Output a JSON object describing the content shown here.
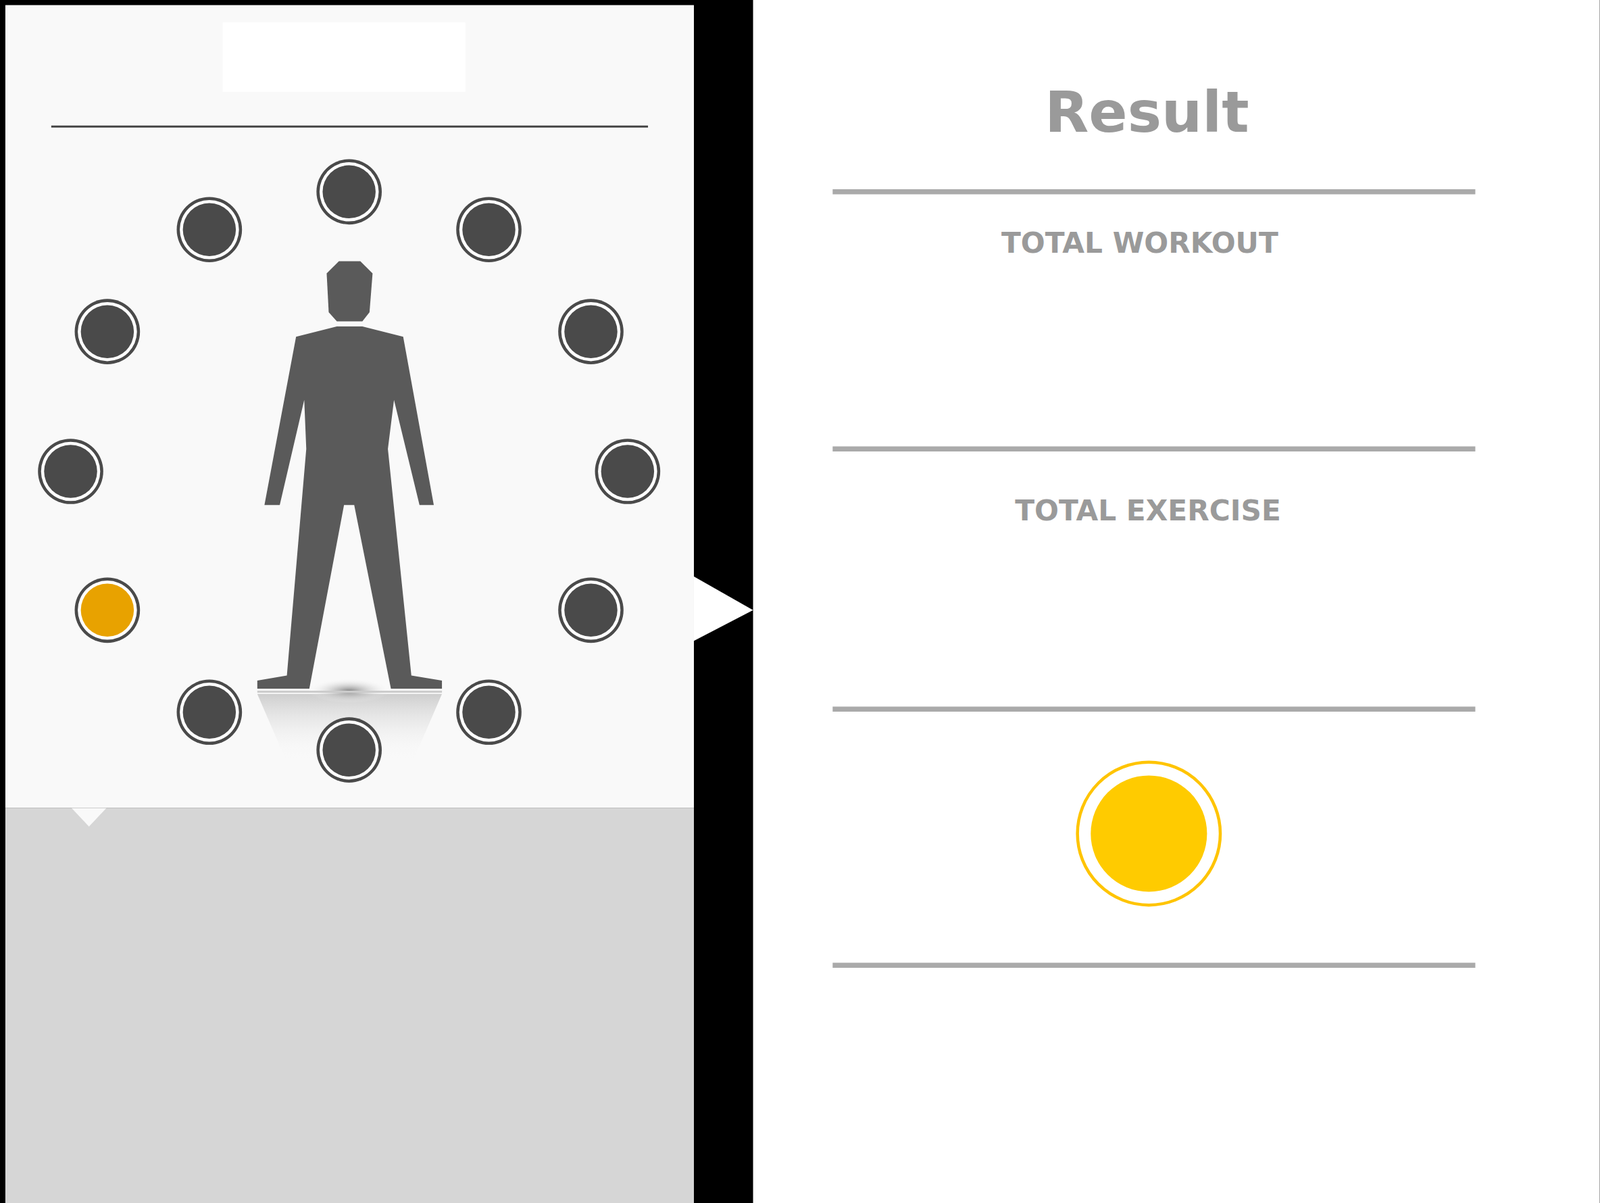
{
  "diagram": {
    "title": "Result",
    "labels": [
      "TOTAL WORKOUT",
      "TOTAL EXERCISE"
    ]
  }
}
